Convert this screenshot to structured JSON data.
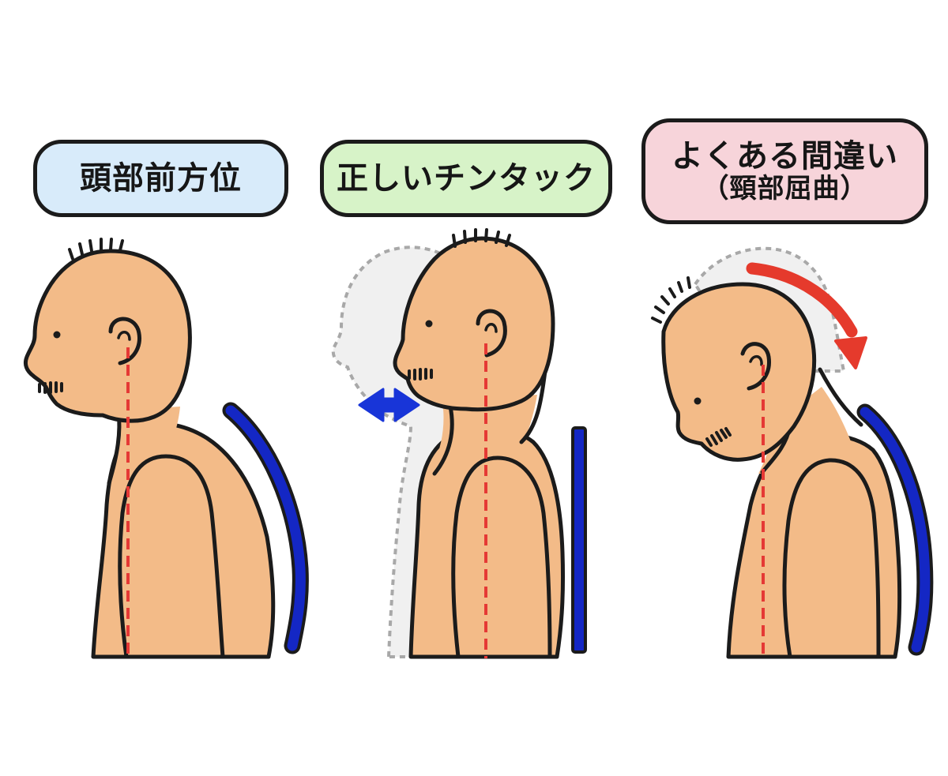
{
  "panels": [
    {
      "title": "頭部前方位",
      "subtitle": "",
      "fill": "#d8ebfa"
    },
    {
      "title": "正しいチンタック",
      "subtitle": "",
      "fill": "#d7f3c8"
    },
    {
      "title": "よくある間違い",
      "subtitle": "（頸部屈曲）",
      "fill": "#f7d4da"
    }
  ],
  "colors": {
    "skin": "#f3bb88",
    "outline": "#1b1b1b",
    "plumb_line": "#e53935",
    "back_bar": "#1427c4",
    "ghost": "#e4e4e4",
    "arrow_blue": "#1835d8",
    "arrow_red": "#e53a2c"
  },
  "icons": [
    "head-forward-figure",
    "chin-tuck-figure",
    "neck-flexion-figure",
    "posture-bar-icon",
    "double-arrow-icon",
    "curved-arrow-icon"
  ]
}
